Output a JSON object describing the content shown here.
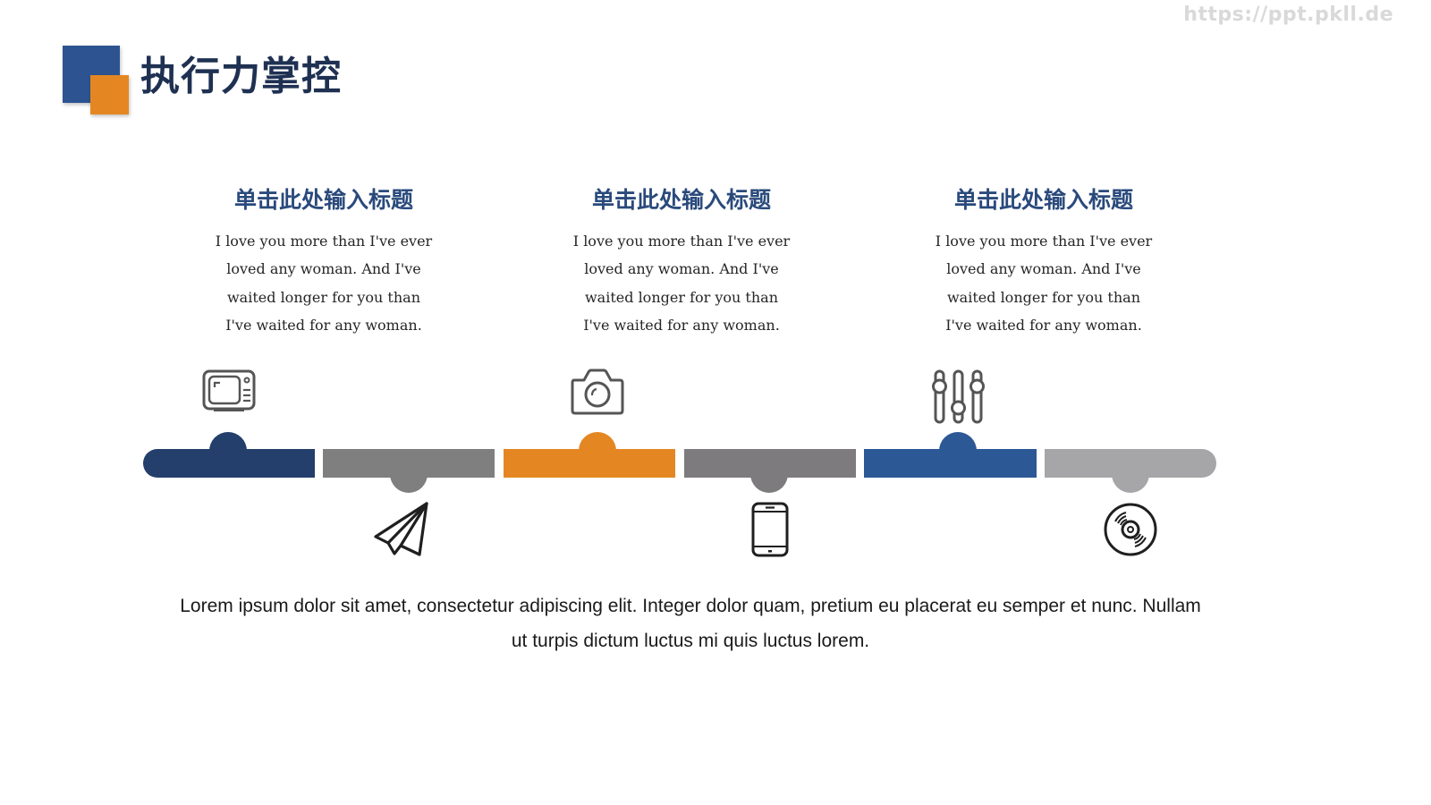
{
  "watermark": "https://ppt.pkll.de",
  "header": {
    "title": "执行力掌控",
    "logo_colors": {
      "primary": "#2d5491",
      "accent": "#e48723"
    }
  },
  "columns": [
    {
      "heading": "单击此处输入标题",
      "lines": [
        "I love you more than I've ever",
        "loved any woman. And I've",
        "waited longer for you than",
        "I've waited for any woman."
      ]
    },
    {
      "heading": "单击此处输入标题",
      "lines": [
        "I love you more than I've ever",
        "loved any woman. And I've",
        "waited longer for you than",
        "I've waited for any woman."
      ]
    },
    {
      "heading": "单击此处输入标题",
      "lines": [
        "I love you more than I've ever",
        "loved any woman. And I've",
        "waited longer for you than",
        "I've waited for any woman."
      ]
    }
  ],
  "timeline": {
    "segments": [
      {
        "index": 1,
        "color": "#243f6b",
        "knob": "top",
        "icon": "tv-icon"
      },
      {
        "index": 2,
        "color": "#7f7f7f",
        "knob": "bottom",
        "icon": "paper-plane-icon"
      },
      {
        "index": 3,
        "color": "#e48723",
        "knob": "top",
        "icon": "camera-icon"
      },
      {
        "index": 4,
        "color": "#7d7b7e",
        "knob": "bottom",
        "icon": "smartphone-icon"
      },
      {
        "index": 5,
        "color": "#2d5896",
        "knob": "top",
        "icon": "sliders-icon"
      },
      {
        "index": 6,
        "color": "#a6a6a8",
        "knob": "bottom",
        "icon": "disc-icon"
      }
    ],
    "icon_color_top": "#555555",
    "icon_color_bottom": "#1f1f1f"
  },
  "footer": {
    "line1": "Lorem ipsum dolor sit amet, consectetur adipiscing elit. Integer dolor quam, pretium eu placerat eu semper et nunc. Nullam",
    "line2": "ut turpis dictum luctus mi quis luctus lorem."
  }
}
